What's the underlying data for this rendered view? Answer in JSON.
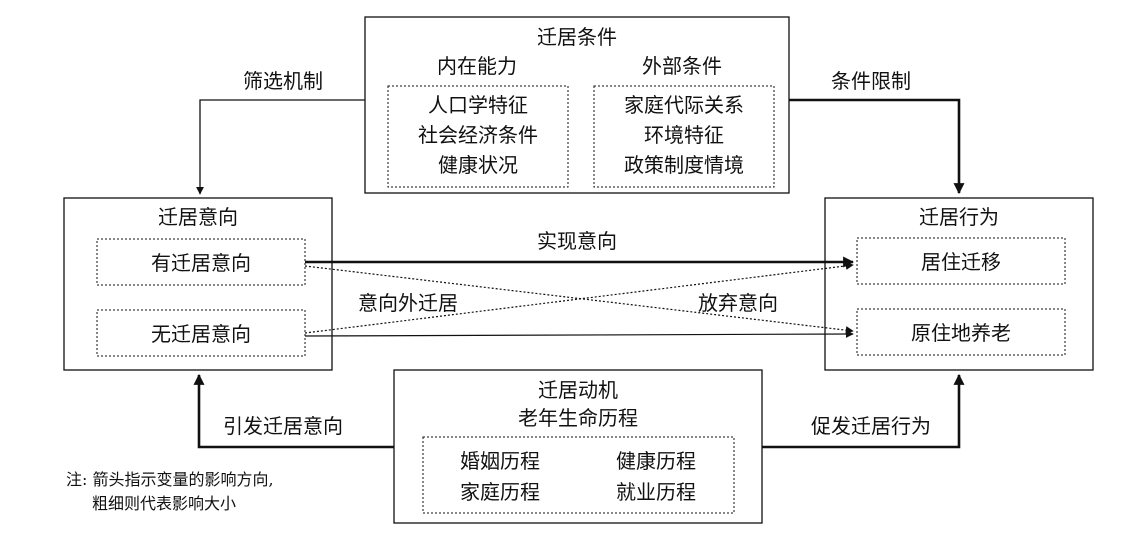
{
  "conditions": {
    "title": "迁居条件",
    "internal": {
      "title": "内在能力",
      "items": [
        "人口学特征",
        "社会经济条件",
        "健康状况"
      ]
    },
    "external": {
      "title": "外部条件",
      "items": [
        "家庭代际关系",
        "环境特征",
        "政策制度情境"
      ]
    }
  },
  "intention": {
    "title": "迁居意向",
    "items": [
      "有迁居意向",
      "无迁居意向"
    ]
  },
  "behavior": {
    "title": "迁居行为",
    "items": [
      "居住迁移",
      "原住地养老"
    ]
  },
  "motivation": {
    "title": "迁居动机",
    "subtitle": "老年生命历程",
    "items": [
      "婚姻历程",
      "健康历程",
      "家庭历程",
      "就业历程"
    ]
  },
  "edges": {
    "screening": "筛选机制",
    "constraint": "条件限制",
    "realize": "实现意向",
    "unintended": "意向外迁居",
    "abandon": "放弃意向",
    "trigger_intention": "引发迁居意向",
    "trigger_behavior": "促发迁居行为"
  },
  "note": {
    "line1": "注: 箭头指示变量的影响方向,",
    "line2": "粗细则代表影响大小"
  }
}
